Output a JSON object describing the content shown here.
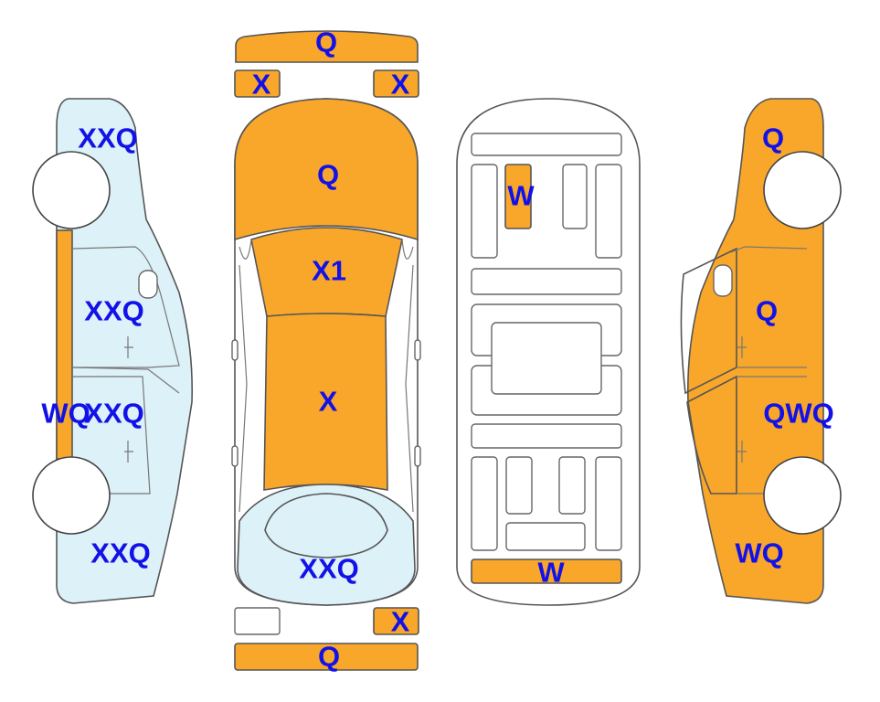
{
  "colors": {
    "damaged": "#F9A72B",
    "scratched": "#DDF1F8",
    "clean": "#FFFFFF",
    "text": "#1212E8",
    "stroke": "#555555"
  },
  "labels": {
    "front_bumper": "Q",
    "headlight_left": "X",
    "headlight_right": "X",
    "hood": "Q",
    "windshield": "X1",
    "roof": "X",
    "rear_window": "XXQ",
    "taillight_right": "X",
    "rear_bumper": "Q",
    "left_front_fender": "XXQ",
    "left_front_door": "XXQ",
    "left_sill": "WQ",
    "left_rear_door": "XXQ",
    "left_rear_quarter": "XXQ",
    "right_front_fender": "Q",
    "right_front_door": "Q",
    "right_rear_door": "QWQ",
    "right_rear_quarter": "WQ",
    "underbody_front_member": "W",
    "underbody_rear_panel": "W"
  }
}
